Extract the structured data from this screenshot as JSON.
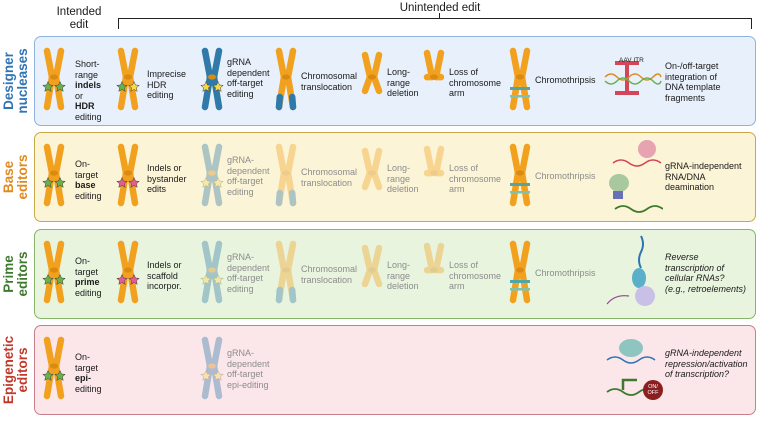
{
  "header": {
    "intended": "Intended\nedit",
    "unintended": "Unintended edit"
  },
  "colors": {
    "chrom": "#f2a11f",
    "chrom_dark": "#d98a10",
    "chrom_blue": "#2f7aa8",
    "star_green": "#6ab04c",
    "star_pink": "#e65c8f",
    "star_yellow": "#f5d94a"
  },
  "rows": [
    {
      "label": "Designer\nnucleases",
      "label_color": "#2f74b5",
      "bg": "#e8f0fb",
      "border": "#8fb2de",
      "intended": [
        "Short-",
        "range",
        "indels",
        "or",
        "HDR",
        "editing"
      ],
      "c1": [
        "Imprecise",
        "HDR",
        "editing"
      ],
      "c2": [
        "gRNA",
        "dependent",
        "off-target",
        "editing"
      ],
      "c3": [
        "Chromosomal",
        "translocation"
      ],
      "c4": [
        "Long-",
        "range",
        "deletion"
      ],
      "c5": [
        "Loss of",
        "chromosome",
        "arm"
      ],
      "c6": [
        "Chromothripsis"
      ],
      "c7": [
        "On-/off-target",
        "integration of",
        "DNA template",
        "fragments"
      ],
      "itr_label": "AAV ITR"
    },
    {
      "label": "Base\neditors",
      "label_color": "#e08a1e",
      "bg": "#fbf4d6",
      "border": "#c9a84a",
      "intended": [
        "On-",
        "target",
        "base",
        "editing"
      ],
      "c1": [
        "Indels or",
        "bystander",
        "edits"
      ],
      "c2": [
        "gRNA-",
        "dependent",
        "off-target",
        "editing"
      ],
      "c3": [
        "Chromosomal",
        "translocation"
      ],
      "c4": [
        "Long-",
        "range",
        "deletion"
      ],
      "c5": [
        "Loss of",
        "chromosome",
        "arm"
      ],
      "c6": [
        "Chromothripsis"
      ],
      "c7": [
        "gRNA-independent",
        "RNA/DNA",
        "deamination"
      ]
    },
    {
      "label": "Prime\neditors",
      "label_color": "#3e7a2e",
      "bg": "#e9f4df",
      "border": "#86b56a",
      "intended": [
        "On-",
        "target",
        "prime",
        "editing"
      ],
      "c1": [
        "Indels or",
        "scaffold",
        "incorpor."
      ],
      "c2": [
        "gRNA-",
        "dependent",
        "off-target",
        "editing"
      ],
      "c3": [
        "Chromosomal",
        "translocation"
      ],
      "c4": [
        "Long-",
        "range",
        "deletion"
      ],
      "c5": [
        "Loss of",
        "chromosome",
        "arm"
      ],
      "c6": [
        "Chromothripsis"
      ],
      "c7": [
        "Reverse",
        "transcription of",
        "cellular RNAs?",
        "(e.g., retroelements)"
      ]
    },
    {
      "label": "Epigenetic\neditors",
      "label_color": "#c0392b",
      "bg": "#fbe6ea",
      "border": "#c97e8c",
      "intended": [
        "On-",
        "target",
        "epi-",
        "editing"
      ],
      "c2": [
        "gRNA-",
        "dependent",
        "off-target",
        "epi-editing"
      ],
      "c7": [
        "gRNA-independent",
        "repression/activation",
        "of transcription?"
      ],
      "onoff": "ON/\nOFF"
    }
  ]
}
